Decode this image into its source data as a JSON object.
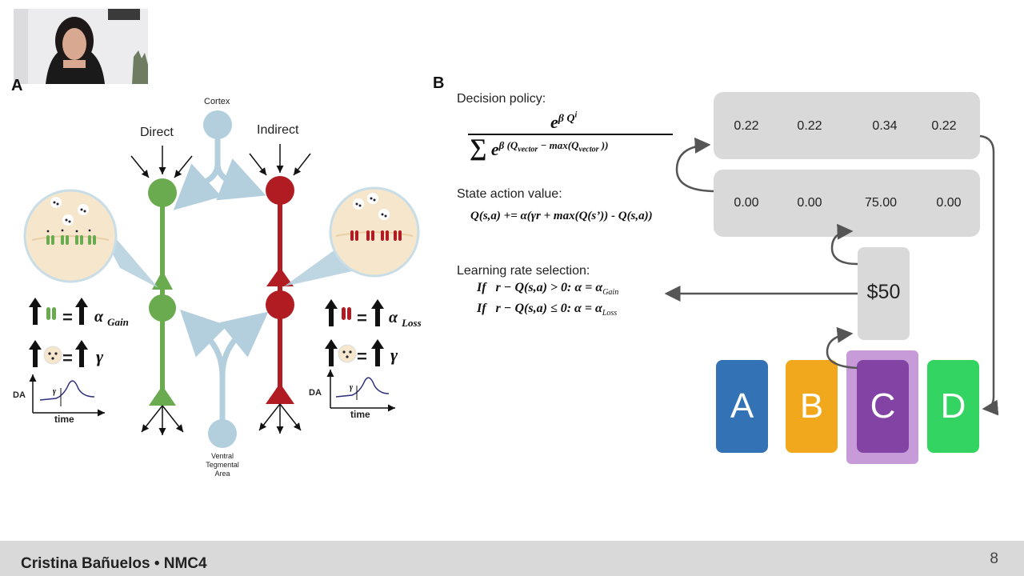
{
  "panel_a": {
    "letter": "A",
    "cortex": "Cortex",
    "direct": "Direct",
    "indirect": "Indirect",
    "vta": [
      "Ventral",
      "Tegmental",
      "Area"
    ],
    "gain_eq": {
      "symbol": "α",
      "sub": "Gain"
    },
    "loss_eq": {
      "symbol": "α",
      "sub": "Loss"
    },
    "gamma": "γ",
    "plot_da": "DA",
    "plot_time": "time",
    "plot_gamma": "γ",
    "colors": {
      "direct": "#6aab4f",
      "indirect": "#b01c22",
      "pathway": "#b3cfdd",
      "cortex": "#b3cfdd"
    }
  },
  "panel_b": {
    "letter": "B",
    "decision_title": "Decision policy:",
    "sav_title": "State action value:",
    "sav_formula": "Q(s,a) += α(γr + max(Q(s’)) - Q(s,a))",
    "lr_title": "Learning rate selection:",
    "lr_if1": "If   r − Q(s,a) > 0: α = α",
    "lr_if1_sub": "Gain",
    "lr_if2": "If   r − Q(s,a) ≤ 0: α = α",
    "lr_if2_sub": "Loss",
    "prob_row": [
      "0.22",
      "0.22",
      "0.34",
      "0.22"
    ],
    "value_row": [
      "0.00",
      "0.00",
      "75.00",
      "0.00"
    ],
    "reward": "$50",
    "cards": [
      {
        "label": "A",
        "color": "#3272b5"
      },
      {
        "label": "B",
        "color": "#f2a81c"
      },
      {
        "label": "C",
        "color": "#8243a5",
        "selected": true
      },
      {
        "label": "D",
        "color": "#34d463"
      }
    ]
  },
  "footer": {
    "presenter": "Cristina Bañuelos • NMC4",
    "page": "8"
  }
}
